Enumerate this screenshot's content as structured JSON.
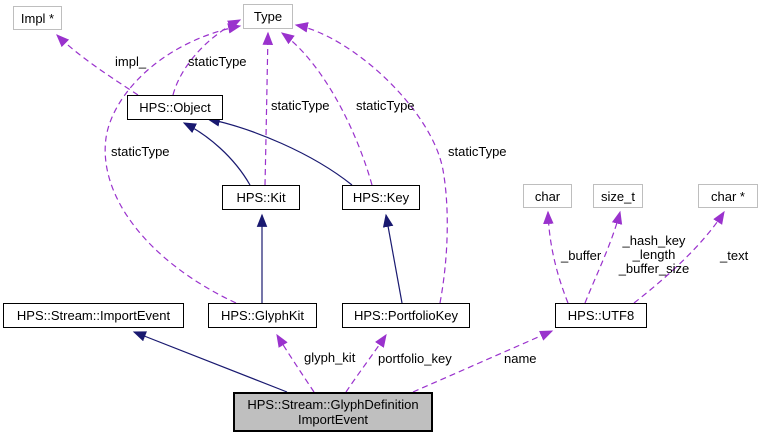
{
  "nodes": {
    "impl_ptr": "Impl *",
    "type": "Type",
    "object": "HPS::Object",
    "kit": "HPS::Kit",
    "key": "HPS::Key",
    "char": "char",
    "size_t": "size_t",
    "char_ptr": "char *",
    "import_event": "HPS::Stream::ImportEvent",
    "glyph_kit": "HPS::GlyphKit",
    "portfolio_key": "HPS::PortfolioKey",
    "utf8": "HPS::UTF8",
    "main_line1": "HPS::Stream::GlyphDefinition",
    "main_line2": "ImportEvent"
  },
  "edge_labels": {
    "impl": "impl_",
    "static_type": "staticType",
    "buffer": "_buffer",
    "hash_key": "_hash_key",
    "length": "_length",
    "buffer_size": "_buffer_size",
    "text": "_text",
    "glyph_kit": "glyph_kit",
    "portfolio_key": "portfolio_key",
    "name": "name"
  },
  "colors": {
    "inheritance_edge": "#191970",
    "usage_edge": "#9a32cd",
    "main_node_fill": "#bfbfbf",
    "external_node_border": "#bebebe",
    "class_node_border": "#000000",
    "background": "#ffffff"
  }
}
